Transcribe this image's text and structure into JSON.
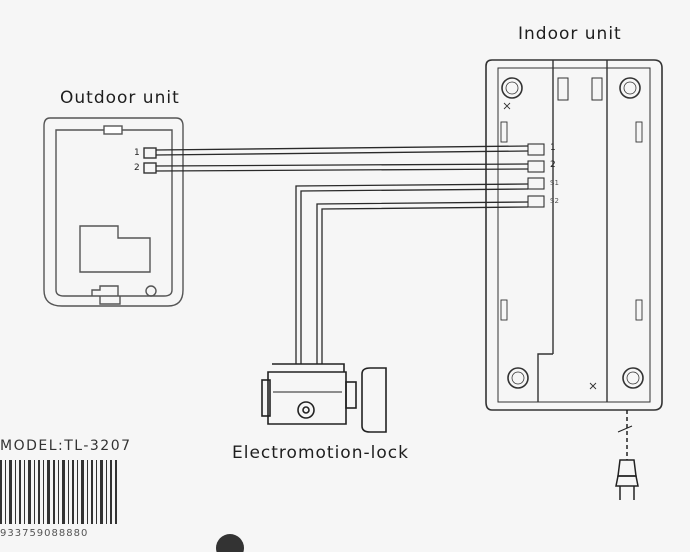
{
  "labels": {
    "outdoor_unit": "Outdoor unit",
    "indoor_unit": "Indoor unit",
    "lock": "Electromotion-lock",
    "model": "MODEL:TL-3207",
    "barcode_digits": "933759088880"
  },
  "outdoor_terminals": [
    "1",
    "2"
  ],
  "indoor_terminals": [
    "1",
    "2",
    "S1",
    "S2"
  ]
}
